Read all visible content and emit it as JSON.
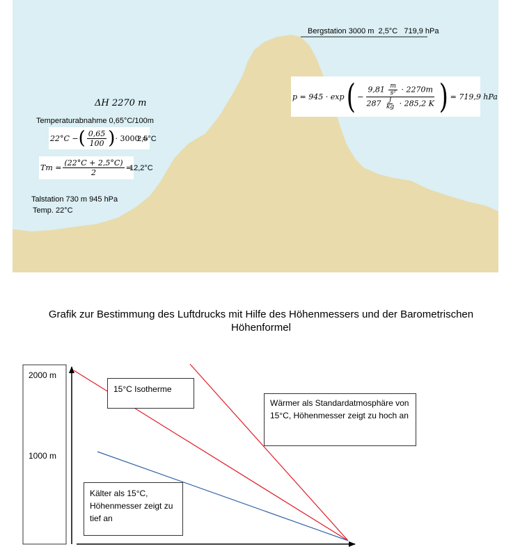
{
  "mountain": {
    "sky_color": "#dbeff4",
    "terrain_color": "#e9dbac",
    "delta_h": "ΔH 2270 m",
    "temp_gradient": "Temperaturabnahme 0,65°C/100m",
    "formula_temp": {
      "prefix": "22°C − ",
      "num": "0,65",
      "den": "100",
      "suffix": "· 3000 =",
      "result": "2,5°C"
    },
    "formula_tm": {
      "lhs": "Tm = ",
      "num": "(22°C + 2,5°C)",
      "den": "2",
      "eq": "=",
      "result": "12,2°C"
    },
    "talstation_line1": "Talstation 730 m 945 hPa",
    "talstation_line2": "Temp. 22°C",
    "bergstation": {
      "name": "Bergstation 3000 m",
      "temp": "2,5°C",
      "pressure": "719,9 hPa"
    },
    "formula_p": {
      "lhs": "p = 945 · exp",
      "num_a": "9,81",
      "unit_m": "m",
      "unit_s2": "s²",
      "num_b": "· 2270m",
      "den_a": "287",
      "unit_J": "J",
      "unit_kg": "kg",
      "den_b": "· 285,2 K",
      "result": "= 719,9 hPa"
    }
  },
  "caption": "Grafik zur Bestimmung des Luftdrucks mit Hilfe des Höhenmessers und der Barometrischen Höhenformel",
  "diagram": {
    "y_labels": [
      "2000 m",
      "1000 m"
    ],
    "isotherm_label": "15°C Isotherme",
    "warm_label": "Wärmer als Standardatmosphäre von 15°C, Höhenmesser zeigt zu hoch an",
    "cold_label": "Kälter als 15°C, Höhenmesser zeigt zu tief an",
    "colors": {
      "isotherm": "#e01b24",
      "warm": "#e01b24",
      "cold": "#3465a4"
    }
  }
}
